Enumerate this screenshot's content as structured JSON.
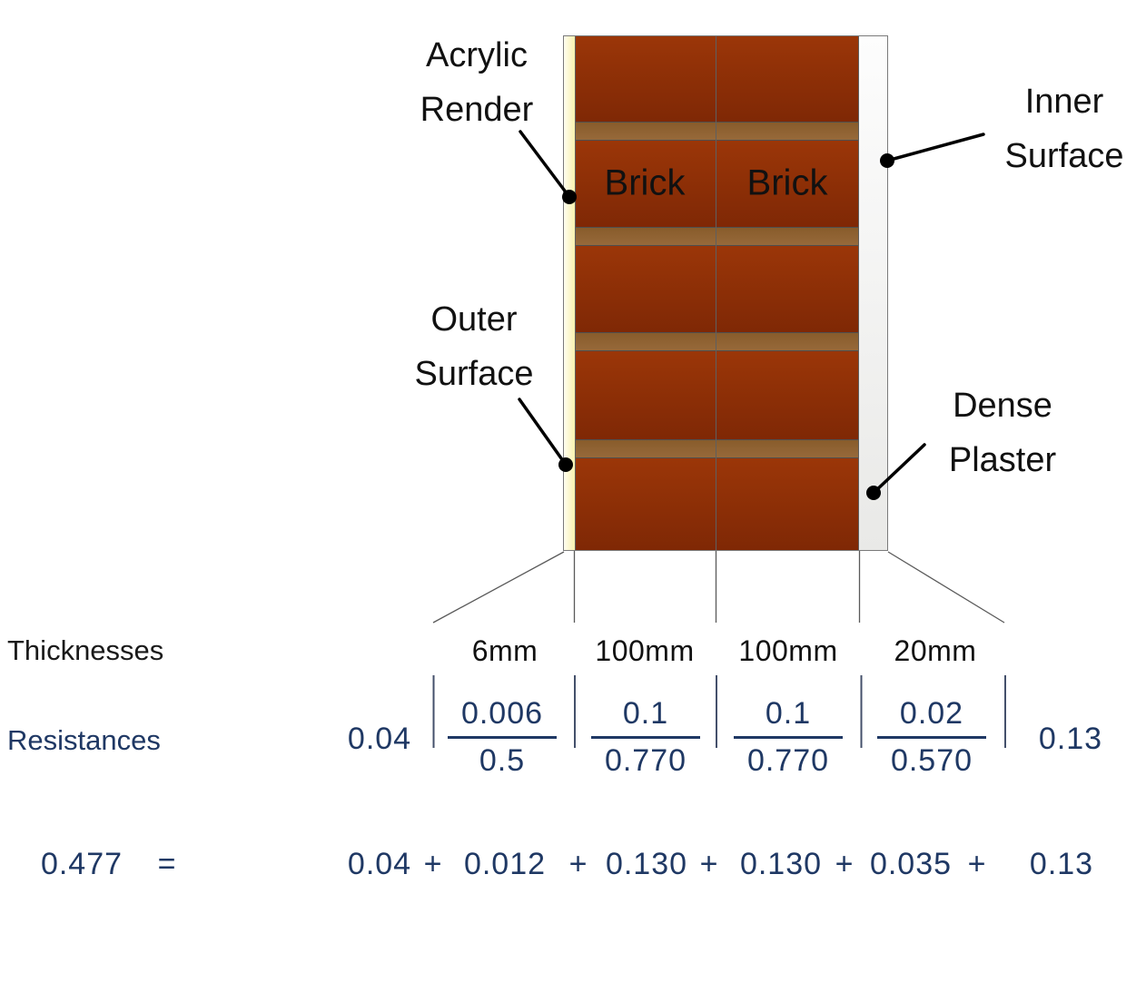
{
  "callouts": {
    "acrylic_render": {
      "line1": "Acrylic",
      "line2": "Render"
    },
    "inner_surface": {
      "line1": "Inner",
      "line2": "Surface"
    },
    "outer_surface": {
      "line1": "Outer",
      "line2": "Surface"
    },
    "dense_plaster": {
      "line1": "Dense",
      "line2": "Plaster"
    }
  },
  "wall": {
    "brick_left": "Brick",
    "brick_right": "Brick"
  },
  "thicknesses": {
    "label": "Thicknesses",
    "values": [
      "6mm",
      "100mm",
      "100mm",
      "20mm"
    ]
  },
  "resistances": {
    "label": "Resistances",
    "outer_surface_value": "0.04",
    "fractions": [
      {
        "num": "0.006",
        "den": "0.5"
      },
      {
        "num": "0.1",
        "den": "0.770"
      },
      {
        "num": "0.1",
        "den": "0.770"
      },
      {
        "num": "0.02",
        "den": "0.570"
      }
    ],
    "inner_surface_value": "0.13"
  },
  "equation": {
    "result": "0.477",
    "equals": "=",
    "terms": [
      "0.04",
      "+",
      "0.012",
      "+",
      "0.130",
      "+",
      "0.130",
      "+",
      "0.035",
      "+",
      "0.13"
    ]
  },
  "colors": {
    "brick": "#8a2d06",
    "mortar": "#8f6130",
    "acrylic_render": "#f9f2ad",
    "dense_plaster": "#efefed",
    "number_navy": "#1f3864",
    "leader_line": "#000000",
    "guide_line": "#5a5a5a"
  }
}
